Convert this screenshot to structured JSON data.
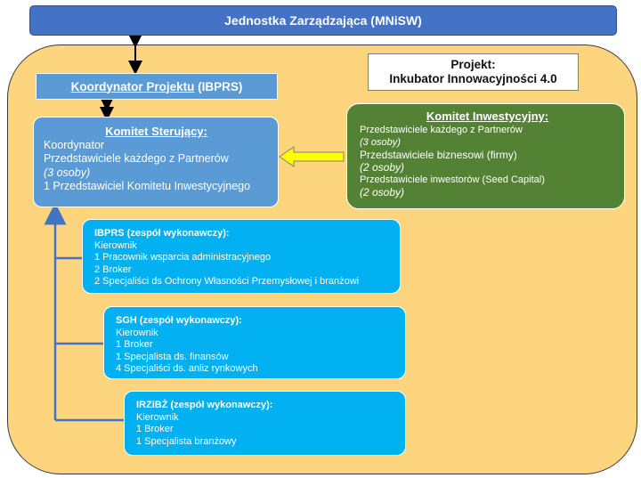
{
  "top": {
    "title": "Jednostka Zarządzająca (MNiSW)"
  },
  "project": {
    "line1": "Projekt:",
    "line2": "Inkubator Innowacyjności 4.0"
  },
  "coordinator": {
    "name": "Koordynator Projektu",
    "org": "(IBPRS)"
  },
  "steering": {
    "title": "Komitet Sterujący:",
    "lines": [
      {
        "text": "Koordynator",
        "italic": false
      },
      {
        "text": "Przedstawiciele każdego z Partnerów",
        "italic": false
      },
      {
        "text": "(3 osoby)",
        "italic": true
      },
      {
        "text": "1 Przedstawiciel Komitetu Inwestycyjnego",
        "italic": false
      }
    ]
  },
  "investment": {
    "title": "Komitet Inwestycyjny:",
    "lines": [
      {
        "text": "Przedstawiciele każdego z Partnerów",
        "italic": false,
        "big": false
      },
      {
        "text": "(3 osoby)",
        "italic": true,
        "big": false
      },
      {
        "text": "Przedstawiciele biznesowi (firmy)",
        "italic": false,
        "big": true
      },
      {
        "text": "(2 osoby)",
        "italic": true,
        "big": true
      },
      {
        "text": "Przedstawiciele inwestorów (Seed Capital)",
        "italic": false,
        "big": false
      },
      {
        "text": "(2 osoby)",
        "italic": true,
        "big": true
      }
    ]
  },
  "teams": [
    {
      "title": "IBPRS (zespół wykonawczy):",
      "members": [
        "Kierownik",
        "1 Pracownik wsparcia administracyjnego",
        "2 Broker",
        "2 Specjaliści ds Ochrony Własności Przemysłowej i branżowi"
      ]
    },
    {
      "title": "SGH (zespół wykonawczy):",
      "members": [
        "Kierownik",
        "1 Broker",
        "1 Specjalista ds. finansów",
        "4 Specjaliści ds. anliz rynkowych"
      ]
    },
    {
      "title": "IRZiBŻ (zespół wykonawczy):",
      "members": [
        "Kierownik",
        "1 Broker",
        "1 Specjalista branżowy"
      ]
    }
  ],
  "colors": {
    "top": "#4472c4",
    "container": "#fdd57f",
    "blue": "#5b9bd5",
    "green": "#548235",
    "cyan": "#00b0f0",
    "arrow": "#ffff00",
    "line": "#4472c4"
  }
}
